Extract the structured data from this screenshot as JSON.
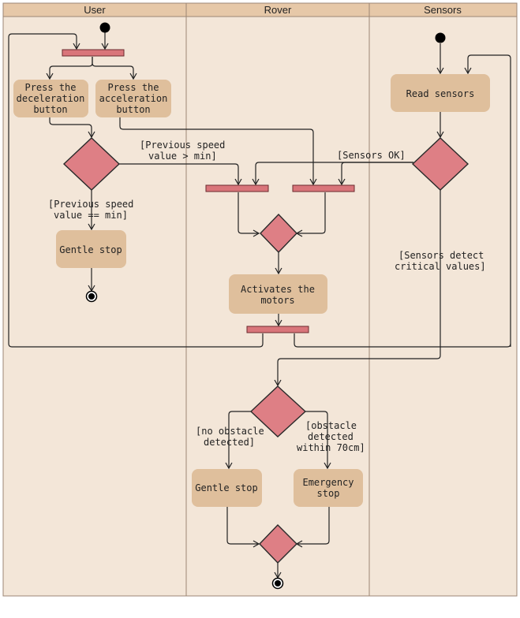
{
  "lanes": {
    "user": "User",
    "rover": "Rover",
    "sensors": "Sensors"
  },
  "actions": {
    "press_decel": [
      "Press the",
      "deceleration",
      "button"
    ],
    "press_accel": [
      "Press the",
      "acceleration",
      "button"
    ],
    "gentle_stop_user": [
      "Gentle stop"
    ],
    "activates_motors": [
      "Activates the",
      "motors"
    ],
    "read_sensors": [
      "Read sensors"
    ],
    "gentle_stop_rover": [
      "Gentle stop"
    ],
    "emergency_stop": [
      "Emergency",
      "stop"
    ]
  },
  "guards": {
    "prev_speed_gt_min": [
      "[Previous speed",
      "value > min]"
    ],
    "prev_speed_eq_min": [
      "[Previous speed",
      "value == min]"
    ],
    "sensors_ok": [
      "[Sensors OK]"
    ],
    "sensors_critical": [
      "[Sensors detect",
      "critical values]"
    ],
    "no_obstacle": [
      "[no obstacle",
      "detected]"
    ],
    "obstacle_70": [
      "[obstacle",
      "detected",
      "within 70cm]"
    ]
  },
  "colors": {
    "lane_background": "#f3e6d8",
    "lane_header": "#e6c8a8",
    "action_fill": "#dfbf9c",
    "decision_fill": "#de7f85",
    "bar_fill": "#d9757a"
  }
}
